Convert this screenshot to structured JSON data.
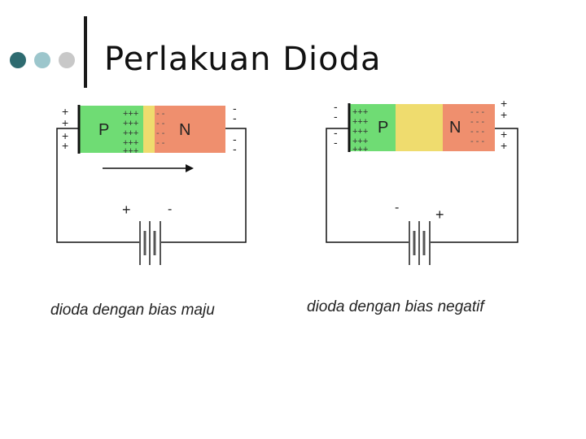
{
  "slide": {
    "title": "Perlakuan Dioda",
    "bullet_colors": [
      "#2e6b70",
      "#9cc6cc",
      "#c8c8c8"
    ]
  },
  "figures": {
    "forward": {
      "caption": "dioda dengan bias maju",
      "p_label": "P",
      "n_label": "N",
      "battery_plus": "+",
      "battery_minus": "-"
    },
    "reverse": {
      "caption": "dioda dengan bias negatif",
      "p_label": "P",
      "n_label": "N",
      "battery_plus": "+",
      "battery_minus": "-"
    }
  },
  "colors": {
    "p_region": "#6fdc74",
    "depletion": "#efdc6e",
    "n_region": "#ef8f6e",
    "wire": "#111111"
  }
}
